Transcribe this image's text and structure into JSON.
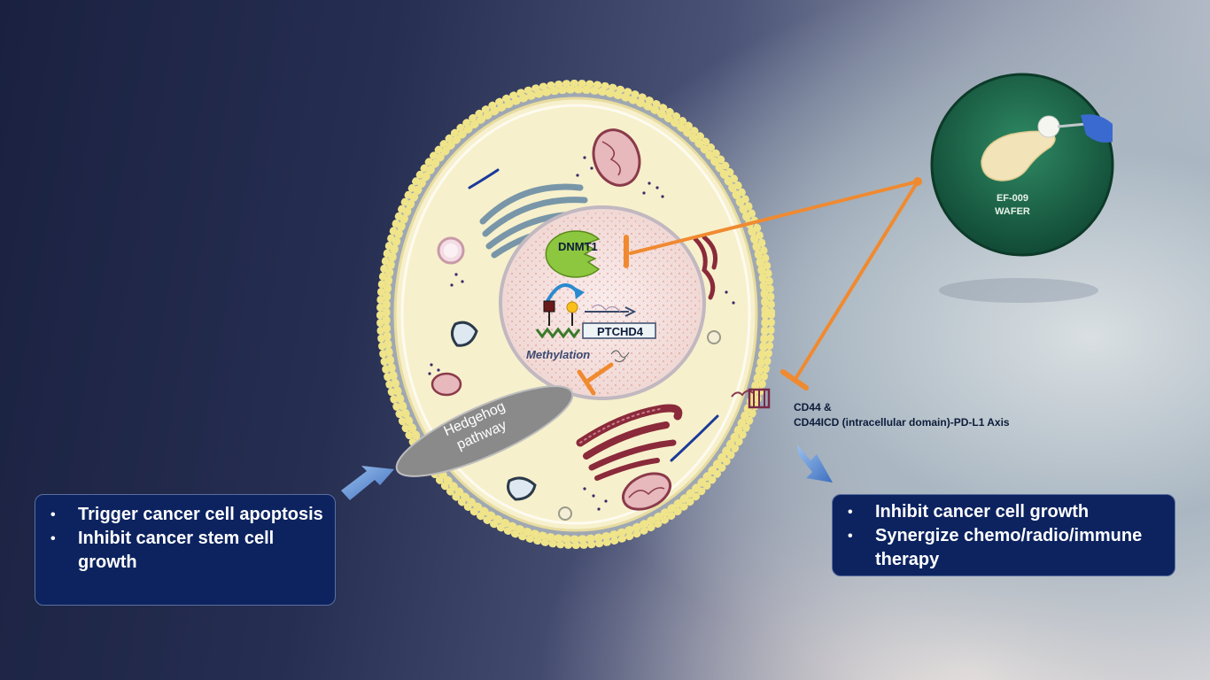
{
  "nucleus": {
    "dnmt1_label": "DNMT1",
    "gene_label": "PTCHD4",
    "methylation_label": "Methylation"
  },
  "pathway": {
    "label_line1": "Hedgehog",
    "label_line2": "pathway"
  },
  "receptor": {
    "label_line1": "CD44 &",
    "label_line2": "CD44ICD (intracellular domain)-PD-L1 Axis"
  },
  "drug": {
    "label_line1": "EF-009",
    "label_line2": "WAFER"
  },
  "outcomes_left": {
    "items": [
      "Trigger cancer cell apoptosis",
      "Inhibit cancer stem cell growth"
    ]
  },
  "outcomes_right": {
    "items": [
      "Inhibit cancer cell growth",
      "Synergize chemo/radio/immune therapy"
    ]
  },
  "colors": {
    "box_fill": "#0c2360",
    "inhibition_arrow": "#f08a30",
    "cytoplasm": "#f7f0cc",
    "membrane_bead": "#f0e48a",
    "dnmt1_enzyme": "#8dc63f",
    "wafer_circle": "#1e6e50"
  }
}
